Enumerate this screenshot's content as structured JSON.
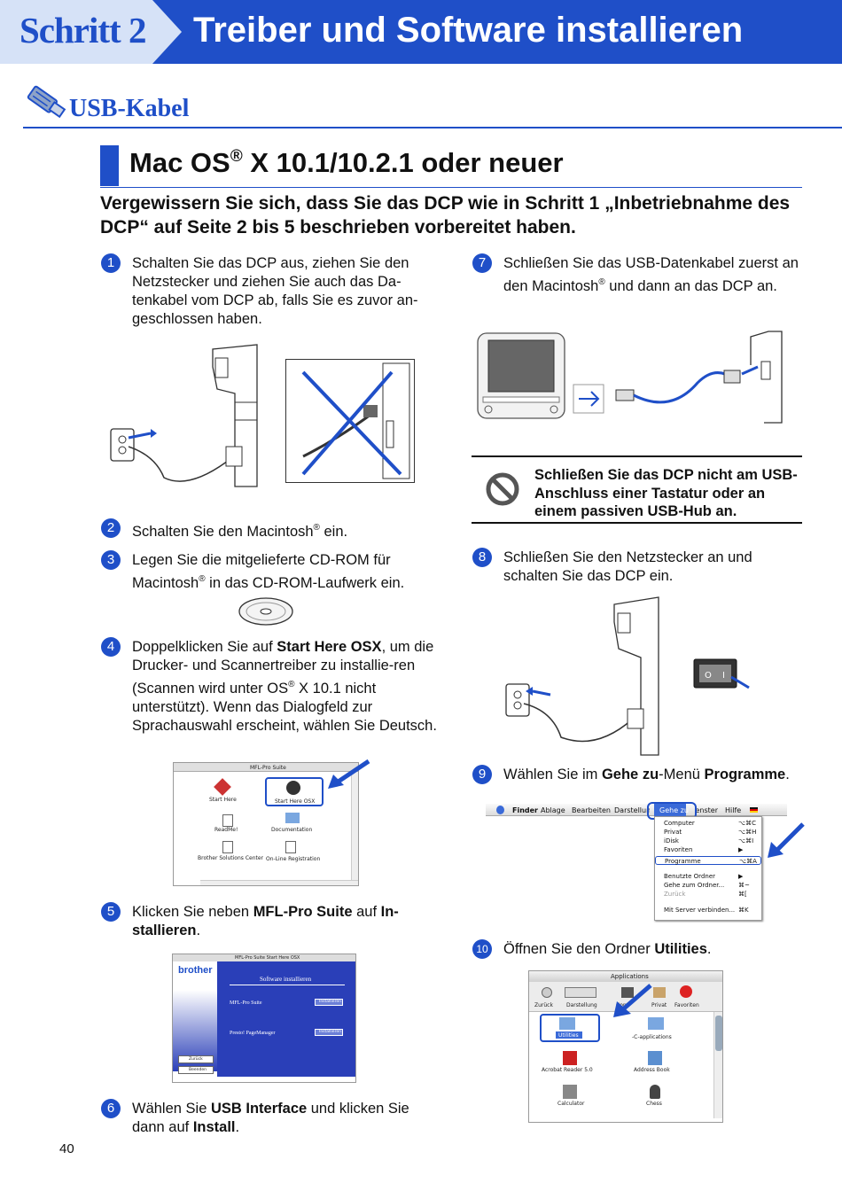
{
  "header": {
    "step_label": "Schritt 2",
    "title": "Treiber und Software installieren"
  },
  "connection": {
    "label": "USB-Kabel"
  },
  "section": {
    "title_main": "Mac OS",
    "title_reg": "®",
    "title_rest": " X 10.1/10.2.1 oder neuer"
  },
  "intro": "Vergewissern Sie sich, dass Sie das DCP wie in Schritt 1 „Inbetriebnahme des DCP“ auf Seite 2 bis 5 beschrieben vorbereitet haben.",
  "steps": [
    {
      "n": "1",
      "parts": [
        {
          "t": "Schalten Sie das DCP aus, ziehen Sie den Netzstecker und ziehen Sie auch das Da-tenkabel vom DCP ab, falls Sie es zuvor an-geschlossen haben."
        }
      ]
    },
    {
      "n": "2",
      "parts": [
        {
          "t": "Schalten Sie den Macintosh"
        },
        {
          "sup": "®"
        },
        {
          "t": " ein."
        }
      ]
    },
    {
      "n": "3",
      "parts": [
        {
          "t": "Legen Sie die mitgelieferte CD-ROM für Macintosh"
        },
        {
          "sup": "®"
        },
        {
          "t": " in das CD-ROM-Laufwerk ein."
        }
      ]
    },
    {
      "n": "4",
      "parts": [
        {
          "t": "Doppelklicken Sie auf "
        },
        {
          "b": "Start Here OSX"
        },
        {
          "t": ", um die Drucker- und Scannertreiber zu installie-ren (Scannen wird unter OS"
        },
        {
          "sup": "®"
        },
        {
          "t": " X 10.1 nicht unterstützt). Wenn das Dialogfeld zur Sprachauswahl erscheint, wählen Sie Deutsch."
        }
      ]
    },
    {
      "n": "5",
      "parts": [
        {
          "t": "Klicken Sie neben "
        },
        {
          "b": "MFL-Pro Suite"
        },
        {
          "t": " auf "
        },
        {
          "b": "In-stallieren"
        },
        {
          "t": "."
        }
      ]
    },
    {
      "n": "6",
      "parts": [
        {
          "t": "Wählen Sie "
        },
        {
          "b": "USB Interface"
        },
        {
          "t": " und klicken Sie dann auf "
        },
        {
          "b": "Install"
        },
        {
          "t": "."
        }
      ]
    },
    {
      "n": "7",
      "parts": [
        {
          "t": "Schließen Sie das USB-Datenkabel zuerst an den Macintosh"
        },
        {
          "sup": "®"
        },
        {
          "t": " und dann an das DCP an."
        }
      ]
    },
    {
      "n": "8",
      "parts": [
        {
          "t": "Schließen Sie den Netzstecker an und schalten Sie das DCP ein."
        }
      ]
    },
    {
      "n": "9",
      "parts": [
        {
          "t": "Wählen Sie im "
        },
        {
          "b": "Gehe zu"
        },
        {
          "t": "-Menü "
        },
        {
          "b": "Programme"
        },
        {
          "t": "."
        }
      ]
    },
    {
      "n": "10",
      "parts": [
        {
          "t": "Öffnen Sie den Ordner "
        },
        {
          "b": "Utilities"
        },
        {
          "t": "."
        }
      ]
    }
  ],
  "warning": "Schließen Sie das DCP nicht am USB-Anschluss einer Tastatur oder an einem passiven USB-Hub an.",
  "screens": {
    "mfl_window": {
      "title": "MFL-Pro Suite",
      "items": [
        "Start Here",
        "Start Here OSX",
        "ReadMe!",
        "Documentation",
        "Brother Solutions Center",
        "On-Line Registration"
      ]
    },
    "installer": {
      "title": "MFL-Pro Suite Start Here OSX",
      "brand": "brother",
      "heading": "Software installieren",
      "row1": "MFL-Pro Suite",
      "row2": "Presto! PageManager",
      "btn": "Installieren",
      "back": "Zurück",
      "quit": "Beenden"
    },
    "menubar": {
      "items": [
        "Finder",
        "Ablage",
        "Bearbeiten",
        "Darstellung",
        "Gehe zu",
        "Fenster",
        "Hilfe"
      ],
      "menu": [
        {
          "label": "Computer",
          "key": "⌥⌘C"
        },
        {
          "label": "Privat",
          "key": "⌥⌘H"
        },
        {
          "label": "iDisk",
          "key": "⌥⌘I"
        },
        {
          "label": "Favoriten",
          "key": "▶"
        },
        {
          "label": "Programme",
          "key": "⌥⌘A"
        },
        {
          "label": "Benutzte Ordner",
          "key": "▶"
        },
        {
          "label": "Gehe zum Ordner...",
          "key": "⌘~"
        },
        {
          "label": "Zurück",
          "key": "⌘["
        },
        {
          "label": "Mit Server verbinden...",
          "key": "⌘K"
        }
      ]
    },
    "applications": {
      "title": "Applications",
      "toolbar": [
        "Zurück",
        "Darstellung",
        "Computer",
        "Privat",
        "Favoriten"
      ],
      "items": [
        "Utilities",
        "-C-applications",
        "Acrobat Reader 5.0",
        "Address Book",
        "Calculator",
        "Chess"
      ]
    }
  },
  "page_number": "40",
  "colors": {
    "accent": "#1f4fc8"
  }
}
